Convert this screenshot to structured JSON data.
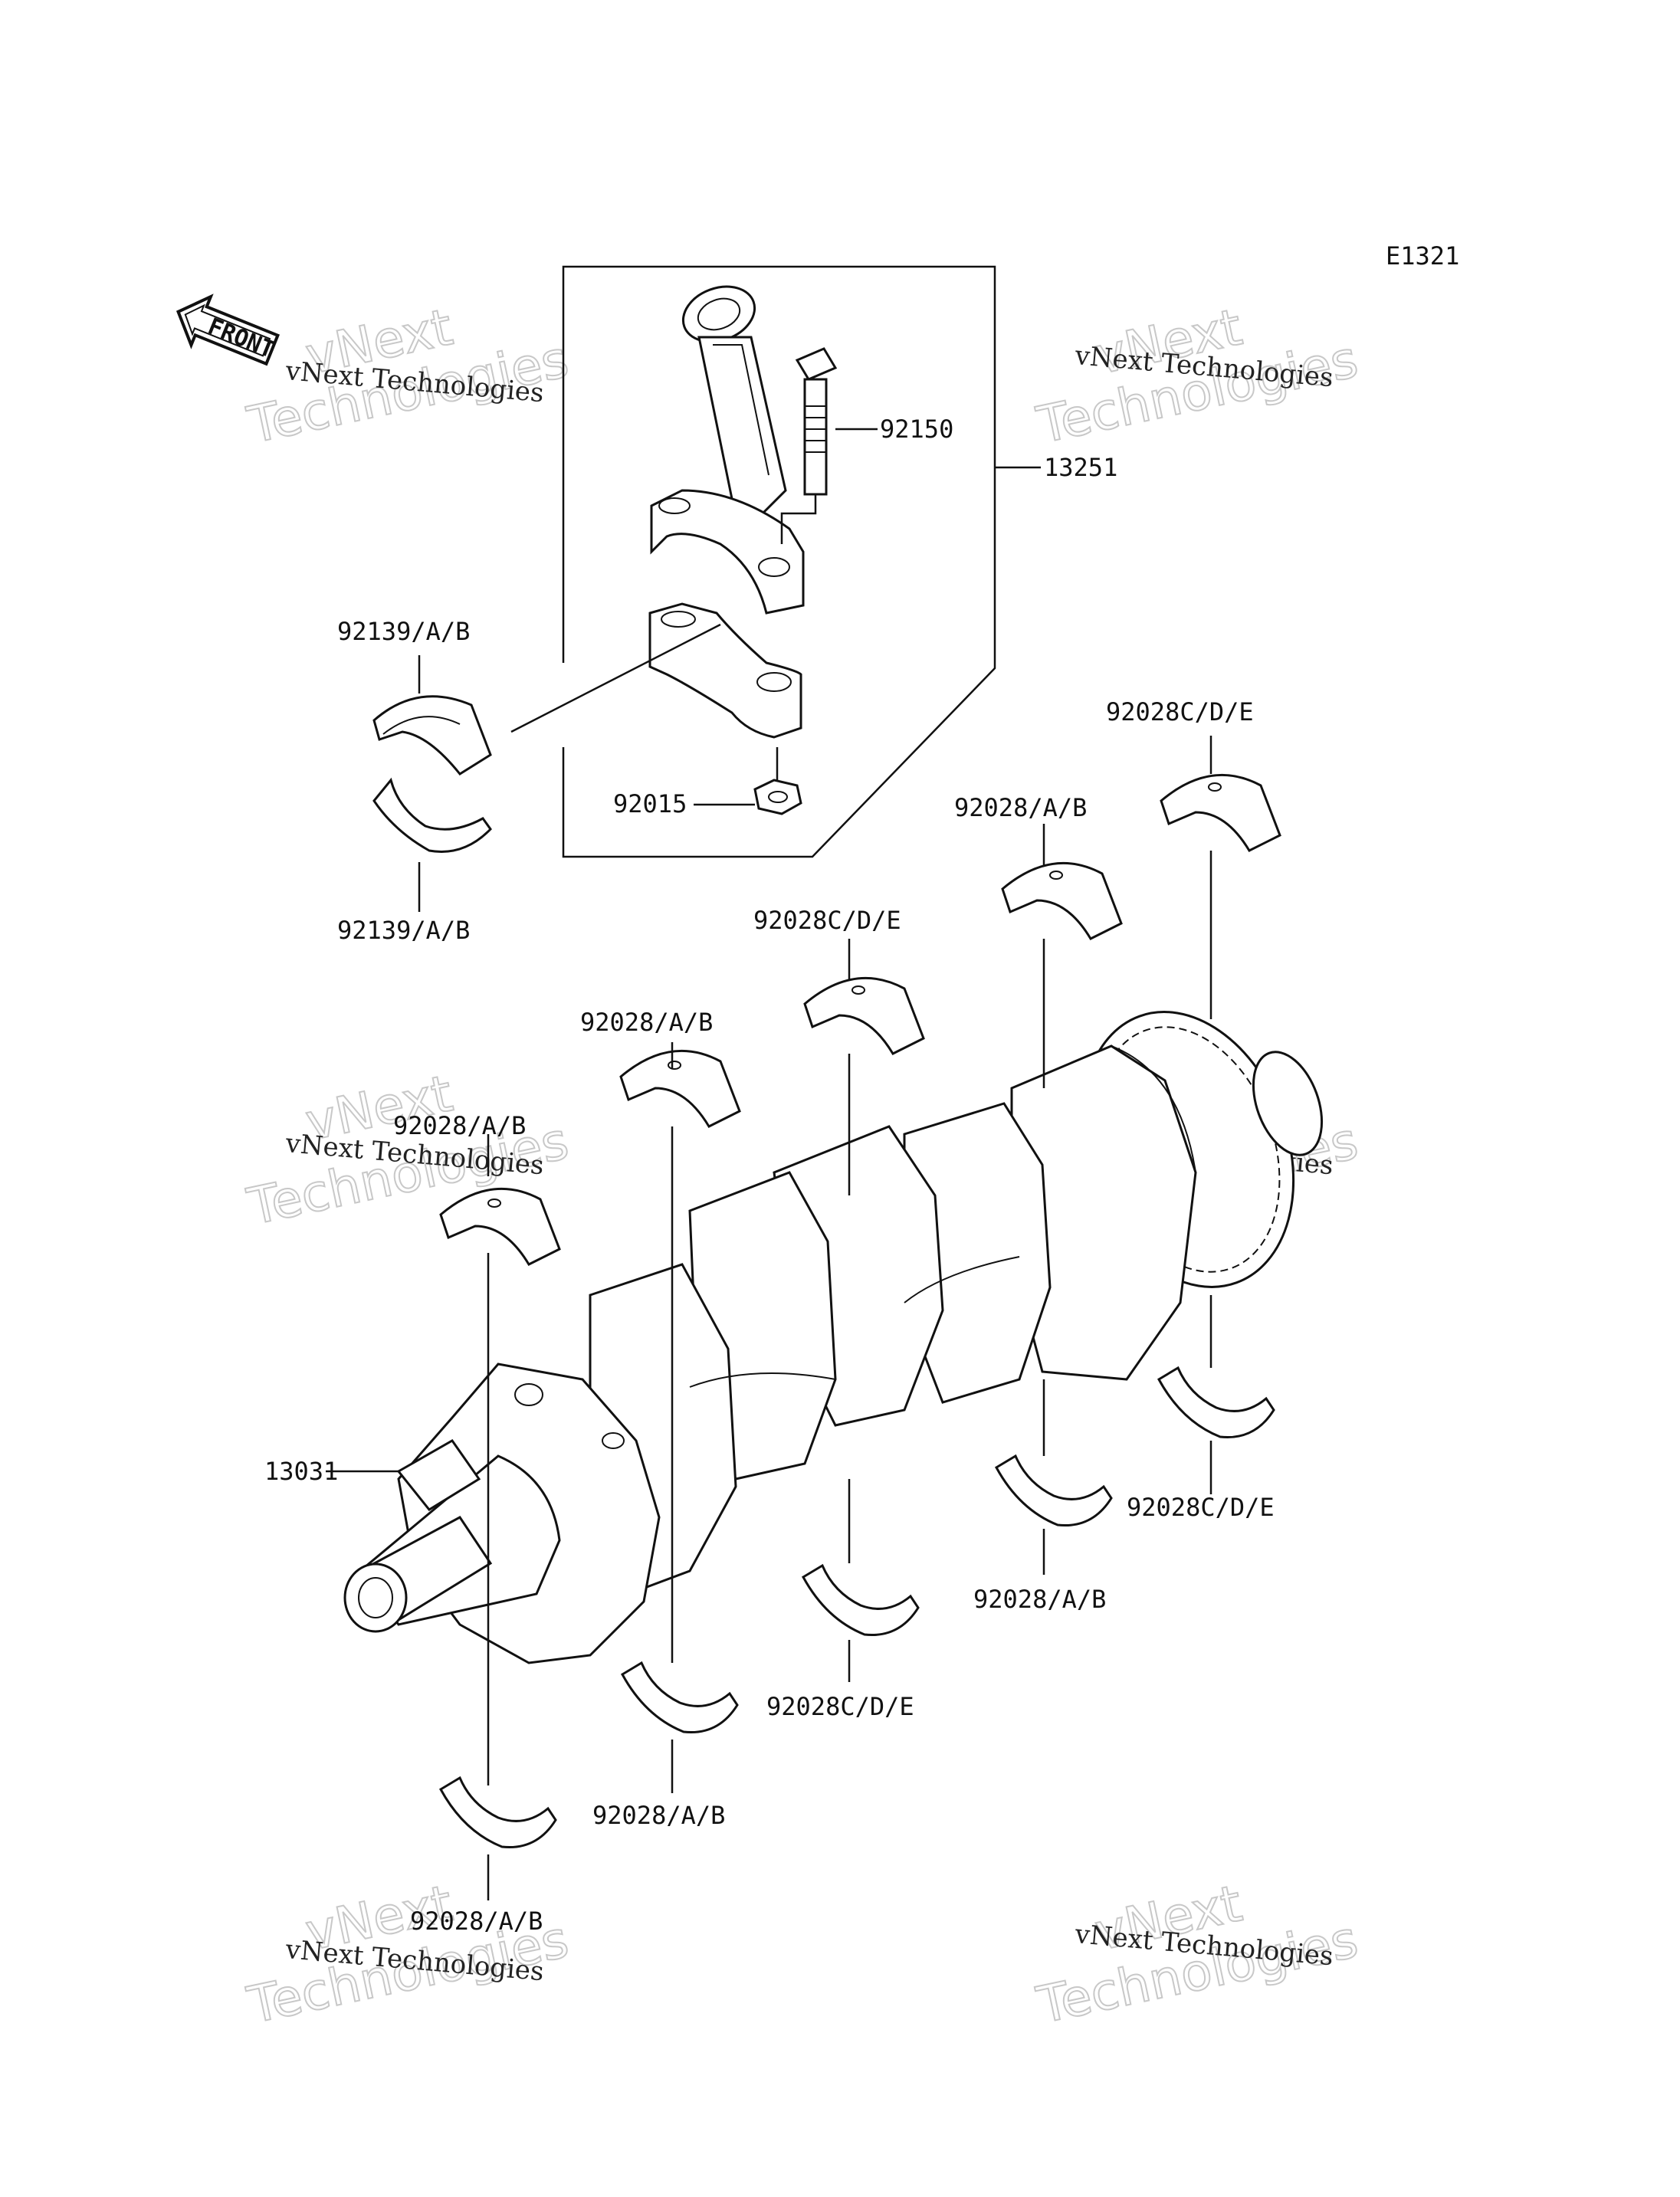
{
  "diagram_code": "E1321",
  "front_label": "FRONT",
  "watermark": {
    "company": "vNext Technologies",
    "big_word_1": "vNext",
    "big_word_2": "Technologies"
  },
  "callouts": {
    "conrod_assembly": "13251",
    "conrod_bolt": "92150",
    "conrod_nut": "92015",
    "conrod_bearing_upper": "92139/A/B",
    "conrod_bearing_lower": "92139/A/B",
    "crankshaft": "13031",
    "main_bearing_1_upper": "92028/A/B",
    "main_bearing_1_lower": "92028/A/B",
    "main_bearing_2_upper": "92028/A/B",
    "main_bearing_2_lower": "92028/A/B",
    "main_bearing_3_upper": "92028C/D/E",
    "main_bearing_3_lower": "92028C/D/E",
    "main_bearing_4_upper": "92028/A/B",
    "main_bearing_4_lower": "92028/A/B",
    "main_bearing_5_upper": "92028C/D/E",
    "main_bearing_5_lower": "92028C/D/E"
  }
}
